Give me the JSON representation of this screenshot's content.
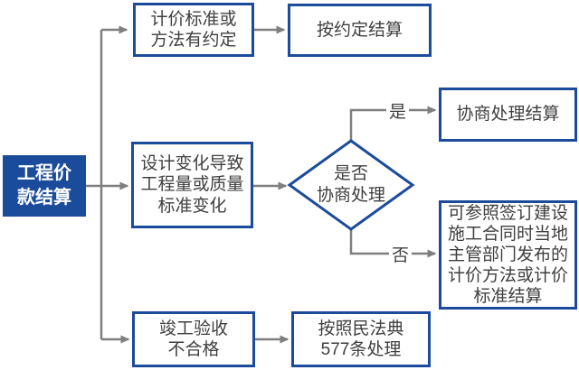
{
  "colors": {
    "accent_blue": "#1b4b9b",
    "node_fill": "#ffffff",
    "arrow_gray": "#7f7f7f",
    "text_dark": "#3f3f3f",
    "root_text": "#ffffff",
    "background": "#ffffff"
  },
  "flowchart": {
    "root": {
      "label": "工程价\n款结算"
    },
    "branch_top": {
      "condition": "计价标准或\n方法有约定",
      "result": "按约定结算"
    },
    "branch_middle": {
      "condition": "设计变化导致\n工程量或质量\n标准变化",
      "decision": "是否\n协商处理",
      "yes_label": "是",
      "no_label": "否",
      "yes_result": "协商处理结算",
      "no_result": "可参照签订建设\n施工合同时当地\n主管部门发布的\n计价方法或计价\n标准结算"
    },
    "branch_bottom": {
      "condition": "竣工验收\n不合格",
      "result": "按照民法典\n577条处理"
    }
  }
}
